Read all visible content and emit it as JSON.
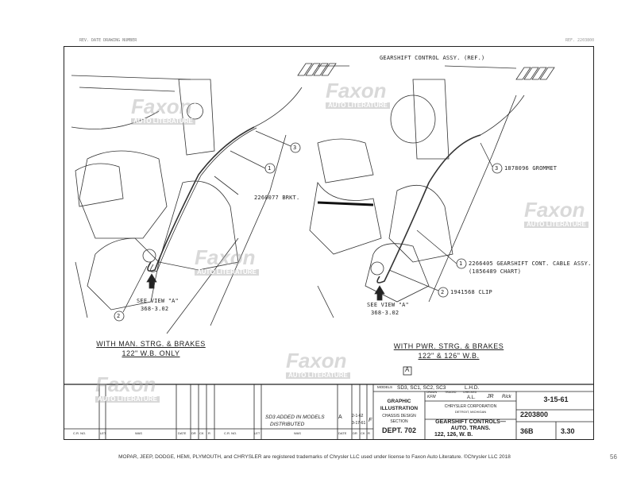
{
  "header": {
    "stamp_left": "REV. DATE DRAWING NUMBER",
    "stamp_right": "REF. 2203800"
  },
  "callouts": {
    "gearshift_assy": "GEARSHIFT CONTROL ASSY. (REF.)",
    "bracket_left": "2260077 BRKT.",
    "grommet": "1878096 GROMMET",
    "cable_line1": "2266405 GEARSHIFT CONT. CABLE ASSY.",
    "cable_line2": "(1856489 CHART)",
    "clip": "1941568 CLIP",
    "see_view_left_1": "SEE VIEW \"A\"",
    "see_view_left_2": "368-3.02",
    "see_view_right_1": "SEE VIEW \"A\"",
    "see_view_right_2": "368-3.02",
    "n1": "1",
    "n2": "2",
    "n3": "3"
  },
  "captions": {
    "left_line1": "WITH MAN. STRG. & BRAKES",
    "left_line2": "122\" W.B. ONLY",
    "right_line1": "WITH PWR. STRG. & BRAKES",
    "right_line2": "122\" & 126\" W.B."
  },
  "revision_marker": "A",
  "title_block": {
    "models_label": "MODELS",
    "models": "SD3, SC1, SC2, SC3",
    "lhd": "L.H.D.",
    "graphic": "GRAPHIC",
    "illustration": "ILLUSTRATION",
    "chassis_design": "CHASSIS DESIGN",
    "section": "SECTION",
    "dept": "DEPT. 702",
    "drawn_label": "DRAWN",
    "drawn": "KFM",
    "traced_label": "TRACED",
    "checked_label": "CHECKED",
    "checked": "A.L.",
    "approved": "JR",
    "signed": "Rick",
    "company": "CHRYSLER CORPORATION",
    "location": "DETROIT, MICHIGAN",
    "title_line1": "GEARSHIFT CONTROLS—",
    "title_line2": "AUTO. TRANS.",
    "title_line3": "122, 126, W. B.",
    "date": "3-15-61",
    "number": "2203800",
    "group": "36B",
    "sheet": "3.30"
  },
  "revisions": {
    "letter": "A",
    "change_line1": "SD3 ADDED IN MODELS",
    "change_line2": "DISTRIBUTED",
    "date1": "2-1-62",
    "date2": "3-17-61",
    "initials": "F",
    "headers": [
      "C.R. NO.",
      "LET",
      "WAS",
      "DATE",
      "DR",
      "CK",
      "R",
      "C.R. NO.",
      "LET",
      "WAS",
      "DATE",
      "DR",
      "CK",
      "R"
    ]
  },
  "watermark": {
    "brand": "Faxon",
    "sub": "AUTO LITERATURE"
  },
  "footer": "MOPAR, JEEP, DODGE, HEMI, PLYMOUTH, and CHRYSLER are registered trademarks of Chrysler LLC used under license to Faxon Auto Literature. ©Chrysler LLC 2018",
  "page_number": "56"
}
